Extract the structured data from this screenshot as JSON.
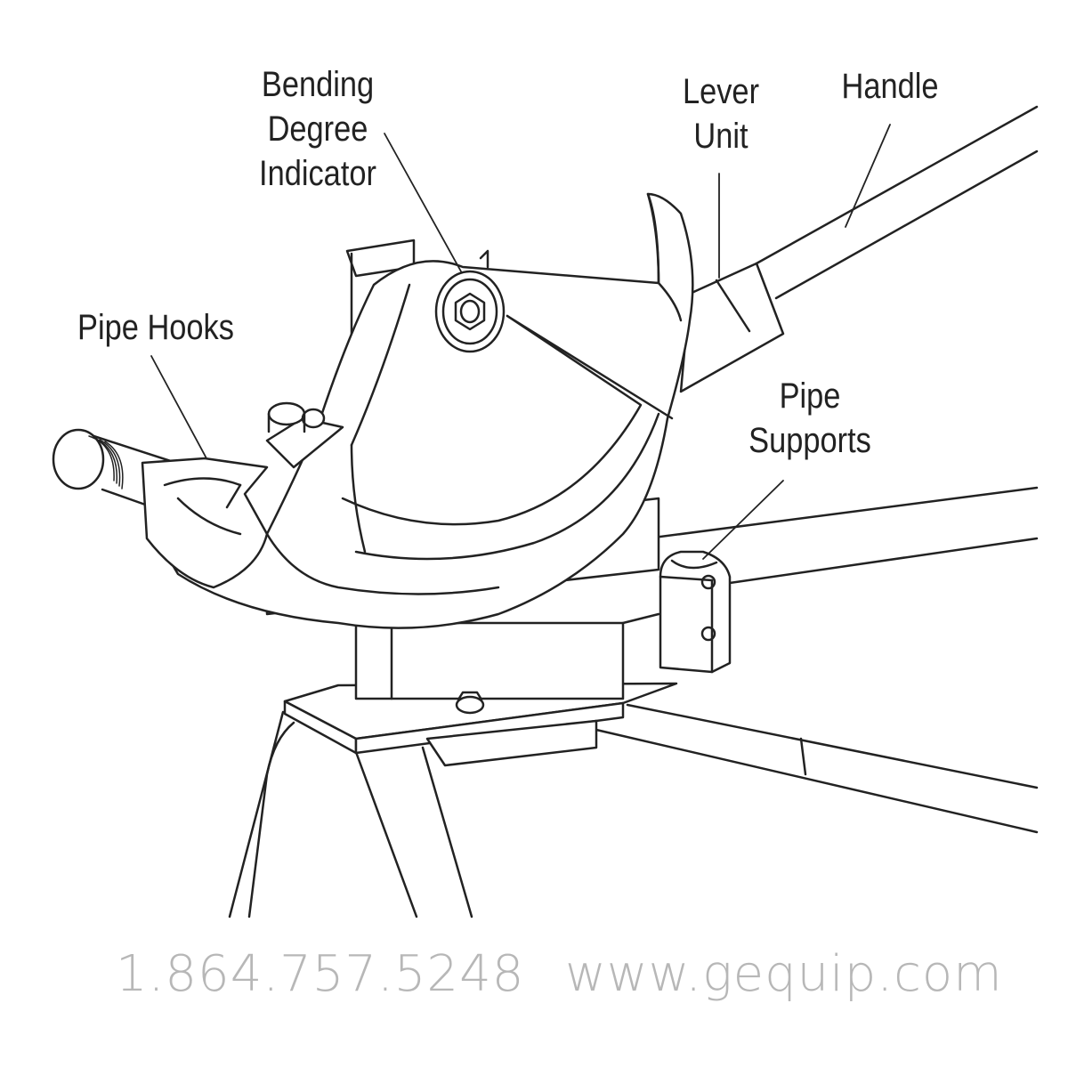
{
  "labels": {
    "bending_degree_indicator": [
      "Bending",
      "Degree",
      "Indicator"
    ],
    "lever_unit": [
      "Lever",
      "Unit"
    ],
    "handle": "Handle",
    "pipe_hooks": "Pipe Hooks",
    "pipe_supports": [
      "Pipe",
      "Supports"
    ]
  },
  "footer": {
    "phone": "1.864.757.5248",
    "website": "www.gequip.com"
  },
  "colors": {
    "line": "#222222",
    "label_text": "#222222",
    "footer_text": "#b7b7b7"
  }
}
